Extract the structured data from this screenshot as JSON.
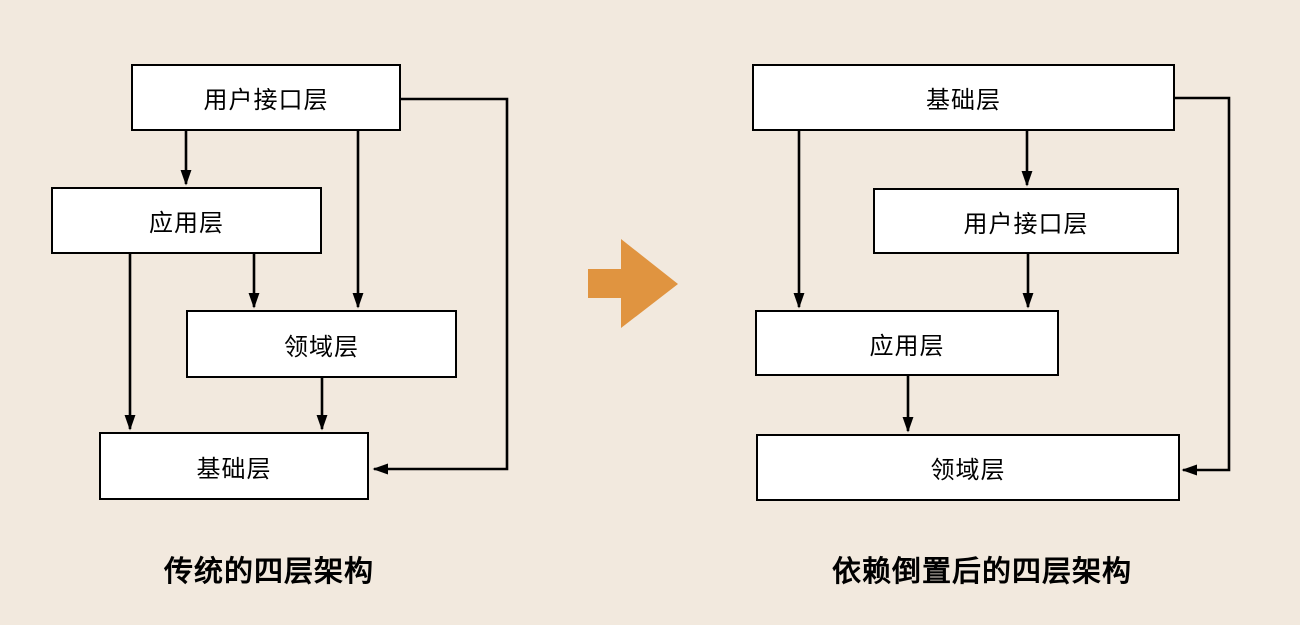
{
  "colors": {
    "canvas": "#F2E9DE",
    "page": "#FFFFFF",
    "box-fill": "#FFFFFF",
    "box-border": "#000000",
    "connector": "#000000",
    "text": "#000000",
    "accent-arrow": "#E09440"
  },
  "left_diagram": {
    "caption": "传统的四层架构",
    "layers": [
      {
        "label": "用户接口层"
      },
      {
        "label": "应用层"
      },
      {
        "label": "领域层"
      },
      {
        "label": "基础层"
      }
    ]
  },
  "right_diagram": {
    "caption": "依赖倒置后的四层架构",
    "layers": [
      {
        "label": "基础层"
      },
      {
        "label": "用户接口层"
      },
      {
        "label": "应用层"
      },
      {
        "label": "领域层"
      }
    ]
  },
  "transform_arrow": {
    "name": "right-arrow",
    "direction": "right"
  }
}
